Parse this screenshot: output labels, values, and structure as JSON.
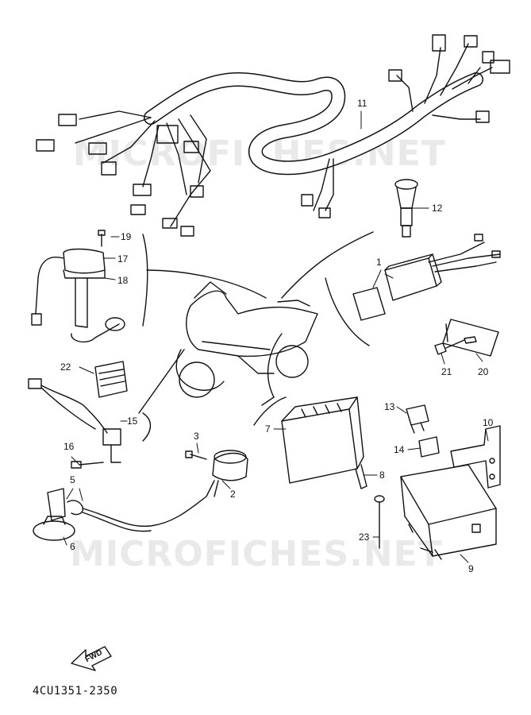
{
  "watermarks": [
    "MICROFICHES.NET",
    "MICROFICHES.NET"
  ],
  "fwd_label": "FWD",
  "diagram_code": "4CU1351-2350",
  "callouts": {
    "p1": "1",
    "p2": "2",
    "p3": "3",
    "p5": "5",
    "p6": "6",
    "p7": "7",
    "p8": "8",
    "p9": "9",
    "p10": "10",
    "p11": "11",
    "p12": "12",
    "p13": "13",
    "p14": "14",
    "p15": "15",
    "p16": "16",
    "p17": "17",
    "p18": "18",
    "p19": "19",
    "p20": "20",
    "p21": "21",
    "p22": "22",
    "p23": "23"
  }
}
